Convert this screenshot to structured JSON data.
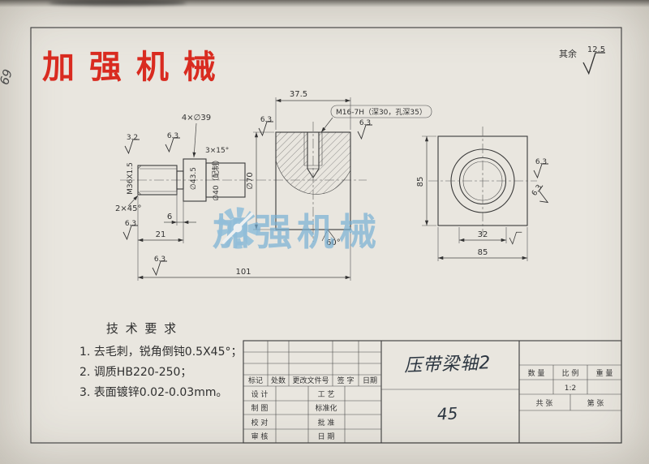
{
  "colors": {
    "logo_red": "#d92b20",
    "watermark_blue": "#74aed3",
    "ink": "#3a3a3a"
  },
  "logo": "加 强 机 械",
  "watermark": "加强机械",
  "margin_note": "69",
  "corner": {
    "label": "其余",
    "value": "12.5"
  },
  "dims": {
    "len_375": "37.5",
    "m16": "M16-7H（深30，孔深35）",
    "holes": "4×∅39",
    "r63": "6.3",
    "r32": "3.2",
    "thread": "M36X1.5",
    "cham315": "3×15°",
    "d435": "∅43.5",
    "d40": "∅40（配制）",
    "cham245": "2×45°",
    "n21": "21",
    "n6": "6",
    "n101": "101",
    "ang60": "60°",
    "d70": "∅70",
    "n85l": "85",
    "n32": "32",
    "n85b": "85"
  },
  "tech": {
    "title": "技 术 要 求",
    "item1": "1. 去毛刺，锐角倒钝0.5X45°；",
    "item2": "2. 调质HB220-250；",
    "item3": "3. 表面镀锌0.02-0.03mm。"
  },
  "titleblock": {
    "part_name": "压带梁轴2",
    "material": "45",
    "header": [
      "标记",
      "处数",
      "更改文件号",
      "签 字",
      "日期"
    ],
    "rows": [
      {
        "l": "设 计",
        "r": "工 艺"
      },
      {
        "l": "制 图",
        "r": "标准化"
      },
      {
        "l": "校 对",
        "r": "批 准"
      },
      {
        "l": "审 核",
        "r": "日 期"
      }
    ],
    "qty": "数 量",
    "scale": "比 例",
    "weight": "重 量",
    "scale_value": "1:2",
    "sheets_total": "共  张",
    "sheet_no": "第  张"
  }
}
